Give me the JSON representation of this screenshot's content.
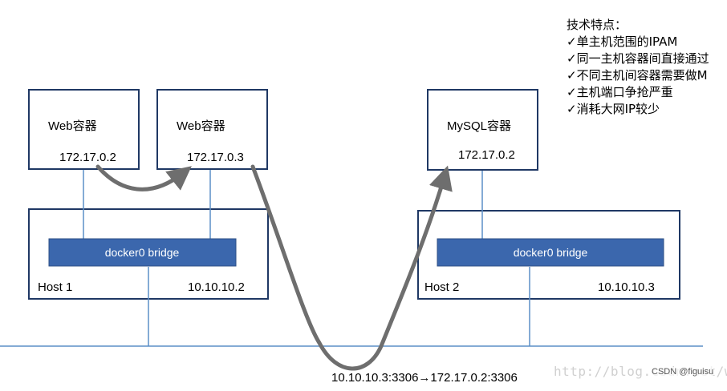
{
  "features": {
    "title": "技术特点：",
    "items": [
      "✓单主机范围的IPAM",
      "✓同一主机容器间直接通过",
      "✓不同主机间容器需要做M",
      "✓主机端口争抢严重",
      "✓消耗大网IP较少"
    ]
  },
  "host1": {
    "label": "Host 1",
    "ip": "10.10.10.2",
    "bridge": "docker0 bridge",
    "containers": [
      {
        "name": "Web容器",
        "ip": "172.17.0.2"
      },
      {
        "name": "Web容器",
        "ip": "172.17.0.3"
      }
    ]
  },
  "host2": {
    "label": "Host 2",
    "ip": "10.10.10.3",
    "bridge": "docker0 bridge",
    "containers": [
      {
        "name": "MySQL容器",
        "ip": "172.17.0.2"
      }
    ]
  },
  "nat_caption": "10.10.10.3:3306→172.17.0.2:3306",
  "watermark": "http://blog.csdn.net/we_",
  "credit": "CSDN @figuisu",
  "colors": {
    "box_border": "#1f3864",
    "bridge_fill": "#3b67ad",
    "bridge_border": "#2c4f86",
    "link_line": "#5b8fc7",
    "arrow": "#6e6e6e"
  }
}
